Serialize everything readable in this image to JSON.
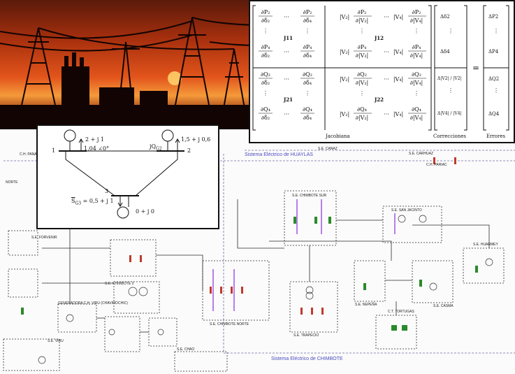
{
  "bus_diagram": {
    "bus1_label": "1",
    "bus2_label": "2",
    "bus3_label": "3",
    "load1": "2 + j 1",
    "voltage1": "1,04 ∠0°",
    "gen2_q": "jQ",
    "gen2_q_sub": "G2",
    "load2": "1,5 + j 0,6",
    "gen3": "S",
    "gen3_sub": "G3",
    "gen3_value": "= 0,5 + j 1",
    "load3": "0 + j 0"
  },
  "jacobian": {
    "block_labels": [
      "J11",
      "J12",
      "J21",
      "J22"
    ],
    "equals": "=",
    "caption_jacobian": "Jacobiana",
    "caption_corrections": "Correcciones",
    "caption_errors": "Errores",
    "corrections": [
      "Δδ2",
      "Δδ4",
      "Δ|V2| / |V2|",
      "Δ|V4| / |V4|"
    ],
    "errors": [
      "ΔP2",
      "ΔP4",
      "ΔQ2",
      "ΔQ4"
    ]
  },
  "schematic": {
    "system_huaylas": "Sistema Eléctrico de HUAYLAS",
    "system_chimbote": "Sistema Eléctrico de CHIMBOTE",
    "stations": [
      "S.E. CHIMBOTE SUR",
      "S.E. SAN JACINTO",
      "S.E. HUARMEY",
      "S.E. CHIMBOTE 2",
      "S.E. CHIMBOTE NORTE",
      "S.E. NEPEÑA",
      "S.E. CASMA",
      "S.E. TRAPECIO",
      "C.T. TORTUGAS",
      "S.E. CHAO",
      "S.E. VIRU",
      "S.E. FORVENIR",
      "GENERADORA C.H. VIRU (CHAVIMOCHIC)",
      "S.E. CARHUAZ",
      "S.E. CANAZ",
      "C.H. PARIAC",
      "C.H. PANA",
      "NORTE"
    ]
  }
}
